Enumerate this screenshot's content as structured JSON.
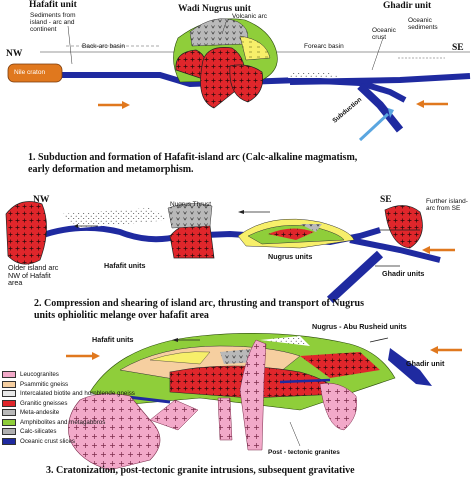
{
  "panel1": {
    "unit_hafafit": "Hafafit unit",
    "unit_wadi_nugrus": "Wadi Nugrus unit",
    "unit_ghadir": "Ghadir unit",
    "sediments": "Sediments from\nisland - arc and\ncontinent",
    "nw": "NW",
    "se": "SE",
    "nile_craton": "Nile craton",
    "back_arc": "Back-arc basin",
    "volcanic_arc": "Volcanic arc",
    "forearc": "Forearc basin",
    "oceanic_crust": "Oceanic\ncrust",
    "oceanic_sediments": "Oceanic\nsediments",
    "subduction": "Subduction",
    "caption": "1. Subduction and formation of Hafafit-island arc (Calc-alkaline magmatism,\nearly deformation and metamorphism."
  },
  "panel2": {
    "nw": "NW",
    "se": "SE",
    "nugrus_thrust": "Nugrus Thrust",
    "further_arc": "Further island-\narc from SE",
    "older_arc": "Older island arc\nNW of Hafafit\narea",
    "hafafit_units": "Hafafit units",
    "nugrus_units": "Nugrus units",
    "ghadir_units": "Ghadir units",
    "caption": "2. Compression and shearing of island arc, thrusting and transport of Nugrus\nunits ophiolitic melange over hafafit area"
  },
  "panel3": {
    "hafafit_units": "Hafafit units",
    "nugrus_abu": "Nugrus - Abu Rusheid units",
    "ghadir_unit": "Ghadir unit",
    "post_tectonic": "Post - tectonic granites",
    "caption": "3. Cratonization, post-tectonic granite intrusions, subsequent gravitative",
    "legend": [
      {
        "label": "Leucogranites",
        "color": "#f2a9c9"
      },
      {
        "label": "Psammitic gneiss",
        "color": "#f6cfa0"
      },
      {
        "label": "Intercalated biotite and\nhornblende gneiss",
        "color": "#e8e8e8"
      },
      {
        "label": "Granitic gneisses",
        "color": "#e0262b"
      },
      {
        "label": "Meta-andesite",
        "color": "#b9b9b9"
      },
      {
        "label": "Amphibolites and metagabbros",
        "color": "#8fce3a"
      },
      {
        "label": "Calc-silicates",
        "color": "#b0b0b0"
      },
      {
        "label": "Oceanic crust slices",
        "color": "#1f2aa0"
      }
    ]
  },
  "colors": {
    "red": "#e0262b",
    "green": "#8fce3a",
    "yellow": "#f7ef6a",
    "blue": "#1f2aa0",
    "pink": "#f2a9c9",
    "orange": "#e0781e",
    "arrow_blue": "#5aa6e0",
    "gray": "#b9b9b9"
  }
}
